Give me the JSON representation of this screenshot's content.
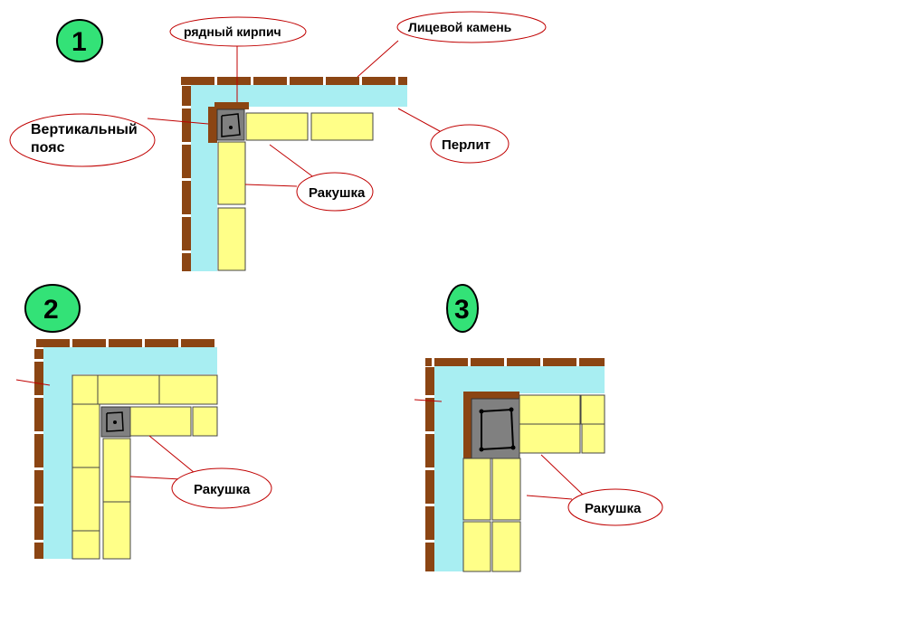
{
  "colors": {
    "outer_brick": "#8b4513",
    "perlite": "#a8eef2",
    "shell_block": "#ffff88",
    "belt": "#808080",
    "badge": "#33e277",
    "leader": "#c00000"
  },
  "diagram_1": {
    "number": "1",
    "labels": {
      "row_brick": "рядный кирпич",
      "face_stone": "Лицевой камень",
      "vertical_belt_line1": "Вертикальный",
      "vertical_belt_line2": "пояс",
      "perlite": "Перлит",
      "shell": "Ракушка"
    }
  },
  "diagram_2": {
    "number": "2",
    "labels": {
      "shell": "Ракушка"
    }
  },
  "diagram_3": {
    "number": "3",
    "labels": {
      "shell": "Ракушка"
    }
  }
}
